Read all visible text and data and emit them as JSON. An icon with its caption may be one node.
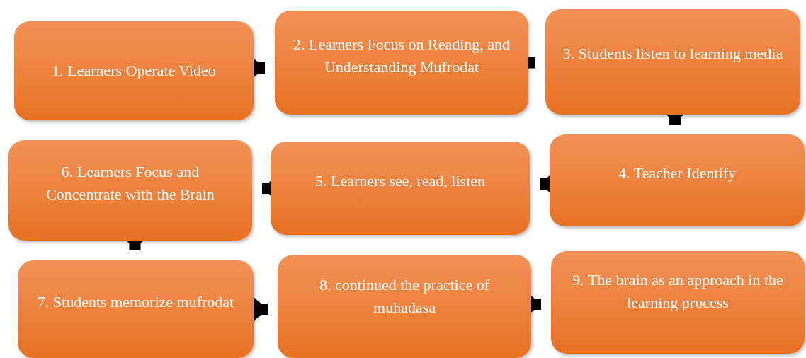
{
  "diagram": {
    "nodes": [
      {
        "text": [
          "1. Learners Operate Video"
        ]
      },
      {
        "text": [
          "2. Learners Focus on Reading, and Understanding Mufrodat"
        ]
      },
      {
        "text": [
          "3. Students listen to learning media"
        ]
      },
      {
        "text": [
          "4. Teacher Identify"
        ]
      },
      {
        "text": [
          "5. Learners see, read, listen"
        ]
      },
      {
        "text": [
          "6. Learners Focus and Concentrate with the Brain"
        ]
      },
      {
        "text": [
          "7. Students memorize mufrodat"
        ]
      },
      {
        "text": [
          "8. continued the practice of muhadasa"
        ]
      },
      {
        "text": [
          "9. The brain as an approach in the learning process"
        ]
      }
    ],
    "edges": [
      {
        "from": 0,
        "to": 1,
        "arrow": "to"
      },
      {
        "from": 1,
        "to": 2,
        "arrow": "to"
      },
      {
        "from": 2,
        "to": 3,
        "arrow": "to"
      },
      {
        "from": 3,
        "to": 4,
        "arrow": "to"
      },
      {
        "from": 4,
        "to": 5,
        "arrow": "to"
      },
      {
        "from": 5,
        "to": 6,
        "arrow": "to"
      },
      {
        "from": 6,
        "to": 7,
        "arrow": "to"
      },
      {
        "from": 7,
        "to": 8,
        "arrow": "to"
      }
    ]
  }
}
